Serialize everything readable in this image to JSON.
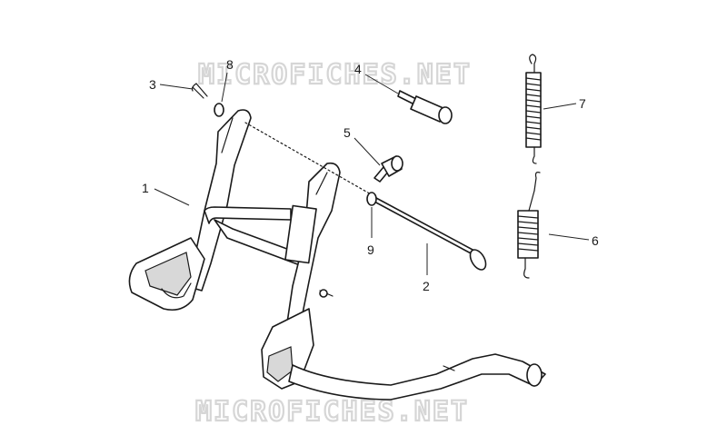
{
  "watermark": {
    "text": "MICROFICHES.NET",
    "color": "#d6d6d6"
  },
  "callouts": [
    {
      "id": "1",
      "label": "1"
    },
    {
      "id": "2",
      "label": "2"
    },
    {
      "id": "3",
      "label": "3"
    },
    {
      "id": "4",
      "label": "4"
    },
    {
      "id": "5",
      "label": "5"
    },
    {
      "id": "6",
      "label": "6"
    },
    {
      "id": "7",
      "label": "7"
    },
    {
      "id": "8",
      "label": "8"
    },
    {
      "id": "9",
      "label": "9"
    }
  ]
}
